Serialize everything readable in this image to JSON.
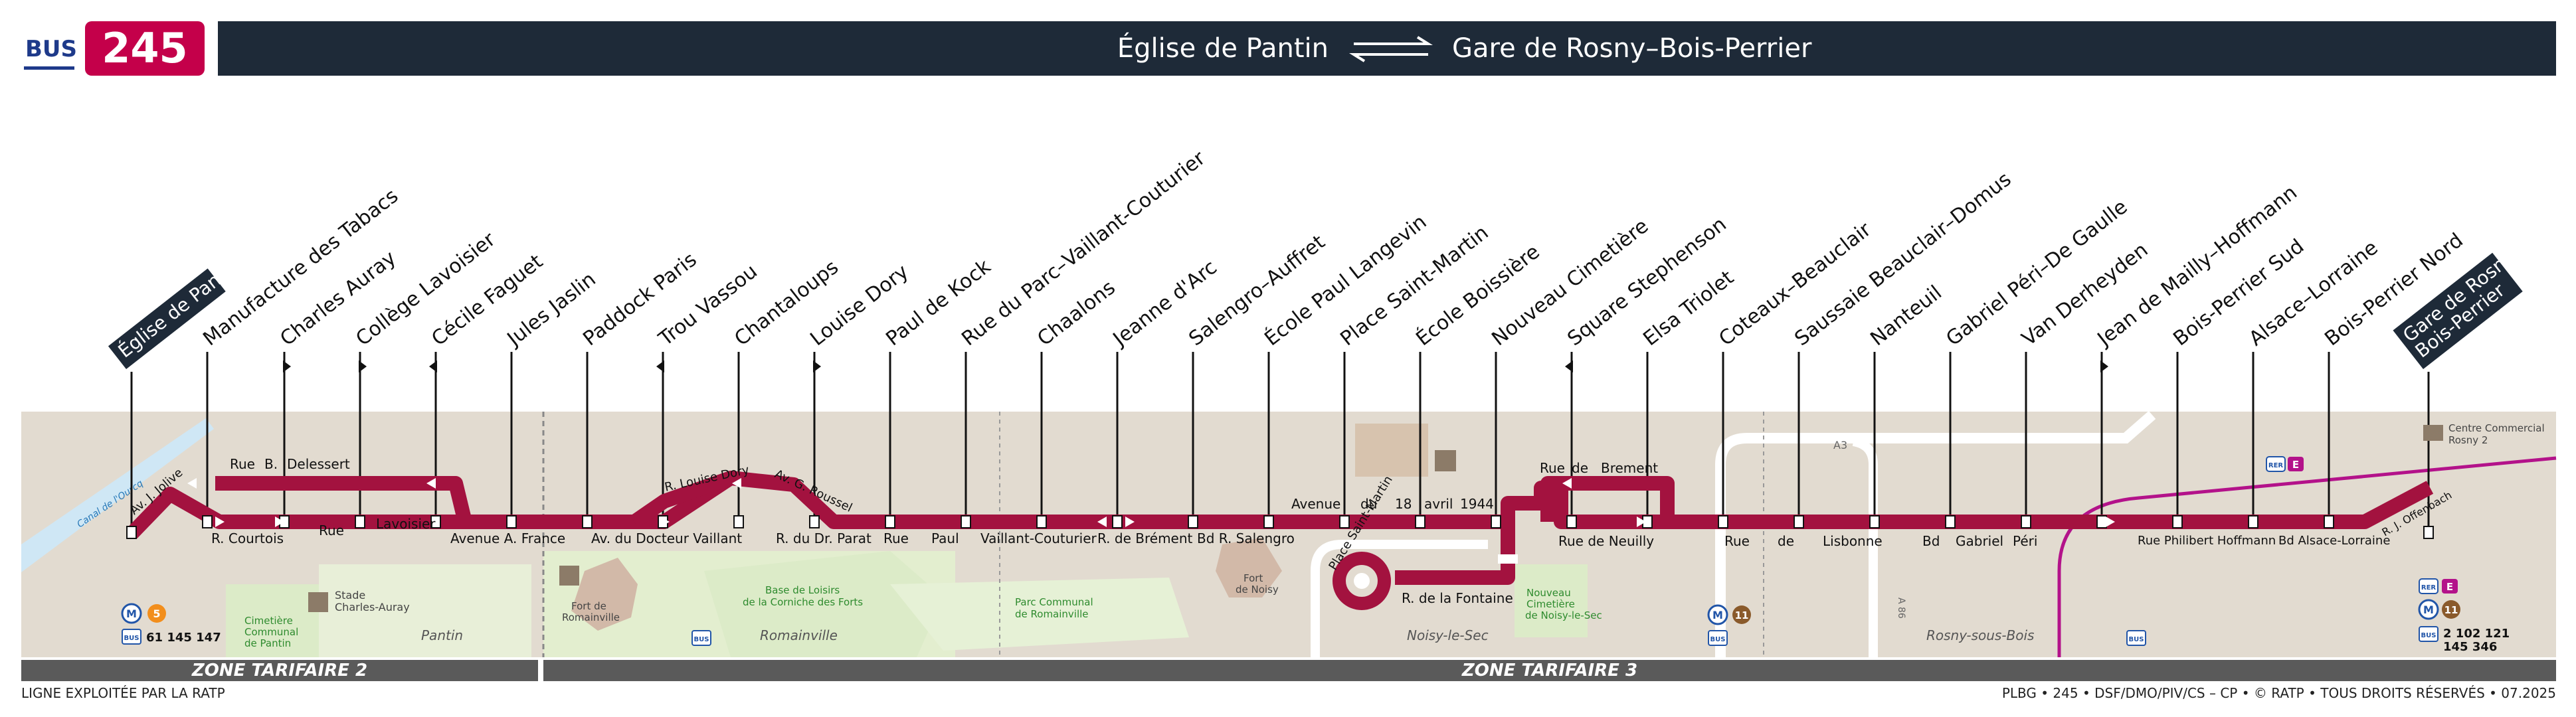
{
  "header": {
    "mode_label": "BUS",
    "line_number": "245",
    "origin": "Église de Pantin",
    "destination": "Gare de Rosny–Bois-Perrier",
    "direction_icon": "two-way-arrows-icon"
  },
  "colors": {
    "line": "#a3123f",
    "header": "#1e2a38",
    "badge": "#c4004a",
    "zone_bar": "#5a5a5a",
    "ground": "#e2dbd0",
    "park": "#dcebc8",
    "metro": "#2155a8",
    "rer_e": "#b3128a",
    "metro_11": "#8a5a2b",
    "metro_5": "#f28e1c"
  },
  "stops": [
    {
      "name": "Église de Pantin",
      "terminus": true
    },
    {
      "name": "Manufacture des Tabacs"
    },
    {
      "name": "Charles Auray",
      "one_way": "right"
    },
    {
      "name": "Collège Lavoisier",
      "one_way": "right"
    },
    {
      "name": "Cécile Faguet",
      "one_way": "left"
    },
    {
      "name": "Jules Jaslin"
    },
    {
      "name": "Paddock Paris"
    },
    {
      "name": "Trou Vassou",
      "one_way": "left"
    },
    {
      "name": "Chantaloups"
    },
    {
      "name": "Louise Dory",
      "one_way": "right"
    },
    {
      "name": "Paul de Kock"
    },
    {
      "name": "Rue du Parc–Vaillant-Couturier"
    },
    {
      "name": "Chaalons"
    },
    {
      "name": "Jeanne d'Arc"
    },
    {
      "name": "Salengro–Auffret"
    },
    {
      "name": "École Paul Langevin"
    },
    {
      "name": "Place Saint-Martin"
    },
    {
      "name": "École Boissière"
    },
    {
      "name": "Nouveau Cimetière"
    },
    {
      "name": "Square Stephenson",
      "one_way": "left"
    },
    {
      "name": "Elsa Triolet"
    },
    {
      "name": "Coteaux–Beauclair"
    },
    {
      "name": "Saussaie Beauclair–Domus"
    },
    {
      "name": "Nanteuil"
    },
    {
      "name": "Gabriel Péri–De Gaulle"
    },
    {
      "name": "Van Derheyden"
    },
    {
      "name": "Jean de Mailly–Hoffmann",
      "one_way": "right"
    },
    {
      "name": "Bois-Perrier Sud"
    },
    {
      "name": "Alsace–Lorraine"
    },
    {
      "name": "Bois-Perrier Nord"
    },
    {
      "name": "Gare de Rosny Bois-Perrier",
      "terminus": true
    }
  ],
  "streets": {
    "jolive": "Av. J. Jolive",
    "delessert_1": "Rue",
    "delessert_2": "B.",
    "delessert_3": "Delessert",
    "courtois": "R. Courtois",
    "rue_lavoisier_1": "Rue",
    "rue_lavoisier_2": "Lavoisier",
    "avenue_france": "Avenue A. France",
    "louise_dory": "R. Louise Dory",
    "roussel": "Av. G. Roussel",
    "docteur_vaillant": "Av. du Docteur Vaillant",
    "dr_parat": "R. du Dr. Parat",
    "rue_paul_1": "Rue",
    "rue_paul_2": "Paul",
    "vaillant_couturier": "Vaillant-Couturier",
    "de_brement": "R. de Brément",
    "bd_salengro": "Bd R. Salengro",
    "avril_1": "Avenue",
    "avril_2": "du",
    "avril_3": "18",
    "avril_4": "avril",
    "avril_5": "1944",
    "place_st_martin": "Place Saint-Martin",
    "fontaine": "R. de la Fontaine",
    "rue_brement_1": "Rue",
    "rue_brement_2": "de",
    "rue_brement_3": "Brement",
    "rue_neuilly": "Rue de Neuilly",
    "lisbonne_1": "Rue",
    "lisbonne_2": "de",
    "lisbonne_3": "Lisbonne",
    "gabriel_peri_1": "Bd",
    "gabriel_peri_2": "Gabriel",
    "gabriel_peri_3": "Péri",
    "philibert": "Rue Philibert Hoffmann",
    "alsace_lorraine": "Bd Alsace-Lorraine",
    "offenbach": "R. J. Offenbach",
    "a3": "A3",
    "a86": "A 86",
    "canal": "Canal de l'Ourcq"
  },
  "places": {
    "stade_1": "Stade",
    "stade_2": "Charles-Auray",
    "cimetiere_pantin_1": "Cimetière",
    "cimetiere_pantin_2": "Communal",
    "cimetiere_pantin_3": "de Pantin",
    "pantin": "Pantin",
    "fort_romainville_1": "Fort de",
    "fort_romainville_2": "Romainville",
    "loisirs_1": "Base de Loisirs",
    "loisirs_2": "de la Corniche des Forts",
    "romainville": "Romainville",
    "parc_1": "Parc Communal",
    "parc_2": "de Romainville",
    "fort_noisy_1": "Fort",
    "fort_noisy_2": "de Noisy",
    "noisy": "Noisy-le-Sec",
    "nouveau_cim_1": "Nouveau",
    "nouveau_cim_2": "Cimetière",
    "nouveau_cim_3": "de Noisy-le-Sec",
    "rosny": "Rosny-sous-Bois",
    "centre_1": "Centre Commercial",
    "centre_2": "Rosny 2"
  },
  "connections": {
    "pantin_metro": "5",
    "pantin_bus": "61 145 147",
    "coteaux_metro": "11",
    "rosny_rer": "E",
    "rosny_metro": "11",
    "rosny_bus_1": "2 102 121",
    "rosny_bus_2": "145 346",
    "metro_letter": "M",
    "bus_label": "BUS",
    "rer_label": "RER"
  },
  "zones": {
    "zone_2": "ZONE TARIFAIRE 2",
    "zone_3": "ZONE TARIFAIRE 3"
  },
  "footer": {
    "left": "LIGNE EXPLOITÉE PAR LA RATP",
    "right": "PLBG • 245 • DSF/DMO/PIV/CS – CP • © RATP • TOUS DROITS RÉSERVÉS • 07.2025"
  }
}
